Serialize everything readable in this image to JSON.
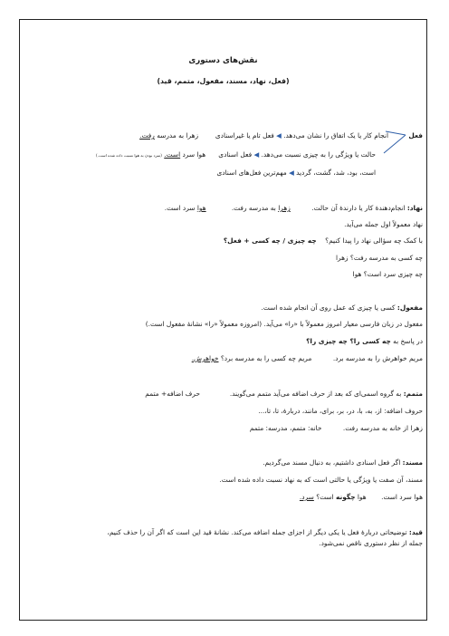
{
  "title": "نقش‌های دستوری",
  "subtitle": "(فعل، نهاد، مسند، مفعول، متمم، قید)",
  "verb": {
    "label": "فعل",
    "l1_def": "انجام کار یا یک اتفاق را نشان می‌دهد.",
    "l1_type": "فعل تام یا غیراسنادی",
    "l1_ex_pre": "زهرا به مدرسه",
    "l1_ex_u": "رفت.",
    "l2_def": "حالت یا ویژگی را به چیزی نسبت می‌دهد.",
    "l2_type": "فعل اسنادی",
    "l2_ex_pre": "هوا سرد",
    "l2_ex_u": "است.",
    "l2_note": "(سرد بودن به هوا نسبت داده شده است.)",
    "l3_list": "است، بود، شد، گشت، گردید",
    "l3_type": "مهم‌ترین فعل‌های اسنادی"
  },
  "subject": {
    "label": "نهاد:",
    "def": "انجام‌دهندهٔ کار یا دارندهٔ آن حالت.",
    "ex1_u": "زهرا",
    "ex1_rest": "به مدرسه رفت.",
    "ex2_u": "هوا",
    "ex2_rest": "سرد است.",
    "line2": "نهاد معمولاً اول جمله می‌آید.",
    "line3_pre": "با کمک چه سؤالی نهاد را پیدا کنیم؟",
    "line3_bold": "چه چیزی / چه کسی + فعل؟",
    "q1": "چه کسی به مدرسه رفت؟ زهرا",
    "q2": "چه چیزی سرد است؟ هوا"
  },
  "object": {
    "label": "مفعول:",
    "def": "کسی یا چیزی که  عمل روی آن انجام شده است.",
    "line2": "مفعول در زبان فارسی معیار امروز معمولاً با «را» می‌آید. (امروزه معمولاً «را» نشانهٔ مفعول است.)",
    "line3_pre": "در پاسخ به",
    "line3_bold": "چه کسی را؟ چه چیزی را؟",
    "ex": "مریم خواهرش را به مدرسه برد.",
    "q_pre": "مریم چه کسی را به مدرسه برد؟",
    "q_u": "خواهرش."
  },
  "complement": {
    "label": "متمم:",
    "def": "به گروه اسمی‌ای که بعد از حرف اضافه می‌آید متمم می‌گویند.",
    "formula": "حرف اضافه+ متمم",
    "preps": "حروف اضافه: از، به، با، در، بر، برای، مانند، دربارهٔ، تا، تا،...",
    "ex": "زهرا از خانه به مدرسه رفت.",
    "ans": "خانه: متمم، مدرسه: متمم"
  },
  "predicate": {
    "label": "مسند:",
    "def": "اگر فعل اسنادی داشتیم، به دنبال مسند می‌گردیم.",
    "line2": "مسند، آن صفت یا ویژگی یا حالتی است که به نهاد نسبت داده شده است.",
    "ex": "هوا سرد است.",
    "q_pre": "هوا",
    "q_bold": "چگونه",
    "q_mid": "است؟",
    "q_u": "سرد."
  },
  "adverb": {
    "label": "قید:",
    "line1": "توضیحاتی دربارهٔ فعل یا یکی دیگر از اجزای جمله اضافه می‌کند. نشانهٔ قید این است که اگر آن را حذف کنیم،",
    "line2": "جمله از نظر دستوری ناقص نمی‌شود."
  },
  "colors": {
    "arrow": "#2f5fa8",
    "border": "#222222",
    "text": "#1a1a1a"
  }
}
